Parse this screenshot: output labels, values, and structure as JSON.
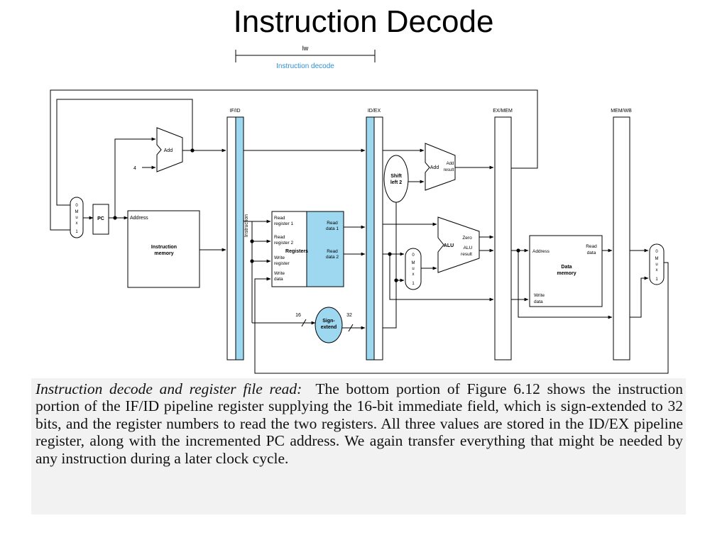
{
  "slide": {
    "title": "Instruction Decode"
  },
  "stage": {
    "instruction": "lw",
    "stage_name": "Instruction decode"
  },
  "pipeline_registers": [
    "IF/ID",
    "ID/EX",
    "EX/MEM",
    "MEM/WB"
  ],
  "blocks": {
    "pc": "PC",
    "add_fetch": "Add",
    "constant_four": "4",
    "mux_pc": [
      "0",
      "M",
      "u",
      "x",
      "1"
    ],
    "instruction_memory": {
      "address": "Address",
      "name_line1": "Instruction",
      "name_line2": "memory"
    },
    "instruction_label": "Instruction",
    "registers": {
      "read_reg1": [
        "Read",
        "register 1"
      ],
      "read_reg2": [
        "Read",
        "register 2"
      ],
      "write_reg": [
        "Write",
        "register"
      ],
      "write_data": [
        "Write",
        "data"
      ],
      "name": "Registers",
      "read_data1": [
        "Read",
        "data 1"
      ],
      "read_data2": [
        "Read",
        "data 2"
      ]
    },
    "sign_extend": {
      "line1": "Sign-",
      "line2": "extend",
      "in_width": "16",
      "out_width": "32"
    },
    "shift_left": {
      "line1": "Shift",
      "line2": "left 2"
    },
    "add_branch": {
      "name": "Add",
      "out_line1": "Add",
      "out_line2": "result"
    },
    "mux_alu": [
      "0",
      "M",
      "u",
      "x",
      "1"
    ],
    "alu": {
      "name": "ALU",
      "zero": "Zero",
      "result_line1": "ALU",
      "result_line2": "result"
    },
    "data_memory": {
      "address": "Address",
      "read_line1": "Read",
      "read_line2": "data",
      "name_line1": "Data",
      "name_line2": "memory",
      "write_line1": "Write",
      "write_line2": "data"
    },
    "mux_wb": [
      "0",
      "M",
      "u",
      "x",
      "1"
    ]
  },
  "caption": {
    "lead": "Instruction decode and register file read:",
    "body": "The bottom portion of Figure 6.12 shows the instruction portion of the IF/ID pipeline register supplying the 16-bit immediate field, which is sign-extended to 32 bits, and the register numbers to read the two registers. All three values are stored in the ID/EX pipeline register, along with the incremented PC address. We again transfer everything that might be needed by any instruction during a later clock cycle."
  },
  "colors": {
    "highlight": "#9dd7f0",
    "stage_text": "#2f8fd0",
    "line": "#000000"
  }
}
